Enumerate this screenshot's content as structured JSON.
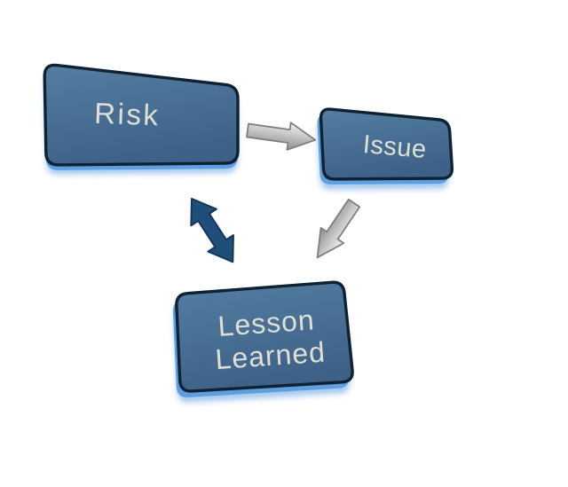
{
  "diagram": {
    "type": "relationship-cycle",
    "nodes": {
      "risk": {
        "label": "Risk"
      },
      "issue": {
        "label": "Issue"
      },
      "lesson_learned": {
        "line1": "Lesson",
        "line2": "Learned"
      }
    },
    "connectors": [
      {
        "name": "risk-to-issue-arrow",
        "from": "risk",
        "to": "issue",
        "style": "gray-block-arrow",
        "bidirectional": false
      },
      {
        "name": "issue-to-lesson-learned-arrow",
        "from": "issue",
        "to": "lesson_learned",
        "style": "gray-block-arrow",
        "bidirectional": false
      },
      {
        "name": "risk-lesson-learned-arrow",
        "from": "risk",
        "to": "lesson_learned",
        "style": "blue-block-arrow",
        "bidirectional": true
      }
    ]
  },
  "colors": {
    "node_fill_top": "#547ea2",
    "node_fill_bottom": "#3e6187",
    "node_border": "#0e2233",
    "node_bevel": "#5f9fe0",
    "node_text": "#dee0d6",
    "arrow_gray_light": "#f0f0f0",
    "arrow_gray_mid": "#c6c6c6",
    "arrow_gray_dark": "#8d8d8d",
    "arrow_gray_border": "#7f7f7f",
    "arrow_blue_fill": "#1f4e79",
    "arrow_blue_border": "#16365c",
    "background": "#ffffff"
  }
}
